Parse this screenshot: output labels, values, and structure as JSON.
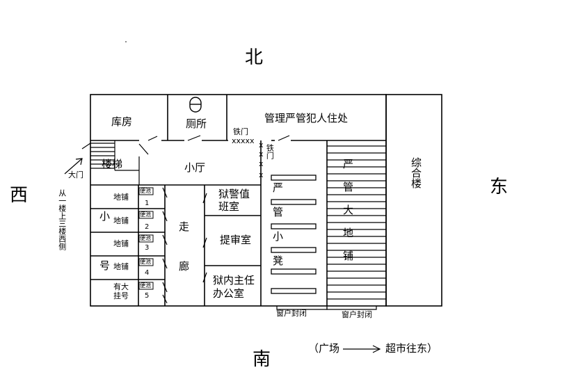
{
  "compass": {
    "north": "北",
    "south": "南",
    "west": "西",
    "east": "东"
  },
  "side_note": "从一楼上三楼西侧",
  "bottom_note": {
    "left": "（广场",
    "right": "超市往东）"
  },
  "rooms": {
    "storeroom": "库房",
    "toilet": "厕所",
    "strict_cells": "管理严管犯人住处",
    "complex_building": "综合楼",
    "stairs": "楼梯",
    "small_hall": "小厅",
    "guard_room": "狱警值班室",
    "interrogation": "提审室",
    "director_office": "狱内主任办公室",
    "corridor": "走廊",
    "strict_small_bench": "严管小凳",
    "strict_big_floor": "严管大地铺",
    "small_cell": "小号"
  },
  "labels": {
    "main_gate": "大门",
    "iron_gate_1": "铁门",
    "iron_gate_2": "铁门",
    "crosses_row": "xxxxx",
    "cross": "x",
    "window_sealed_1": "窗户封闭",
    "window_sealed_2": "窗户封闭",
    "floor_bed": "地铺",
    "big_lock": "有大挂号",
    "toilet_pit": "便池"
  },
  "cells": [
    {
      "bed": "地铺",
      "pit": "便池",
      "num": "1"
    },
    {
      "bed": "地铺",
      "pit": "便池",
      "num": "2"
    },
    {
      "bed": "地铺",
      "pit": "便池",
      "num": "3"
    },
    {
      "bed": "地铺",
      "pit": "便池",
      "num": "4"
    },
    {
      "bed": "有大挂号",
      "pit": "便池",
      "num": "5"
    }
  ]
}
